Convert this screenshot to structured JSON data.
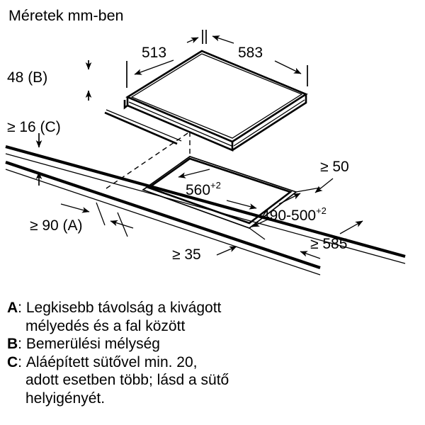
{
  "title": "Méretek mm-ben",
  "dimensions": {
    "depth_513": "513",
    "width_583": "583",
    "height_48_b": "48 (B)",
    "min_16_c": "≥ 16 (C)",
    "min_90_a": "≥ 90 (A)",
    "cutout_width": "560",
    "cutout_width_tol": "+2",
    "cutout_depth": "490-500",
    "cutout_depth_tol": "+2",
    "min_50": "≥ 50",
    "min_35": "≥ 35",
    "min_585": "≥ 585"
  },
  "legend": [
    {
      "key": "A",
      "colon": ":",
      "line1": "Legkisebb távolság a kivágott",
      "line2": "mélyedés és a fal között"
    },
    {
      "key": "B",
      "colon": ":",
      "line1": "Bemerülési mélység",
      "line2": ""
    },
    {
      "key": "C",
      "colon": ":",
      "line1": "Aláépített sütővel min. 20,",
      "line2": "adott esetben több; lásd a sütő",
      "line3": "helyigényét."
    }
  ],
  "colors": {
    "ink": "#000000",
    "background": "#ffffff"
  }
}
